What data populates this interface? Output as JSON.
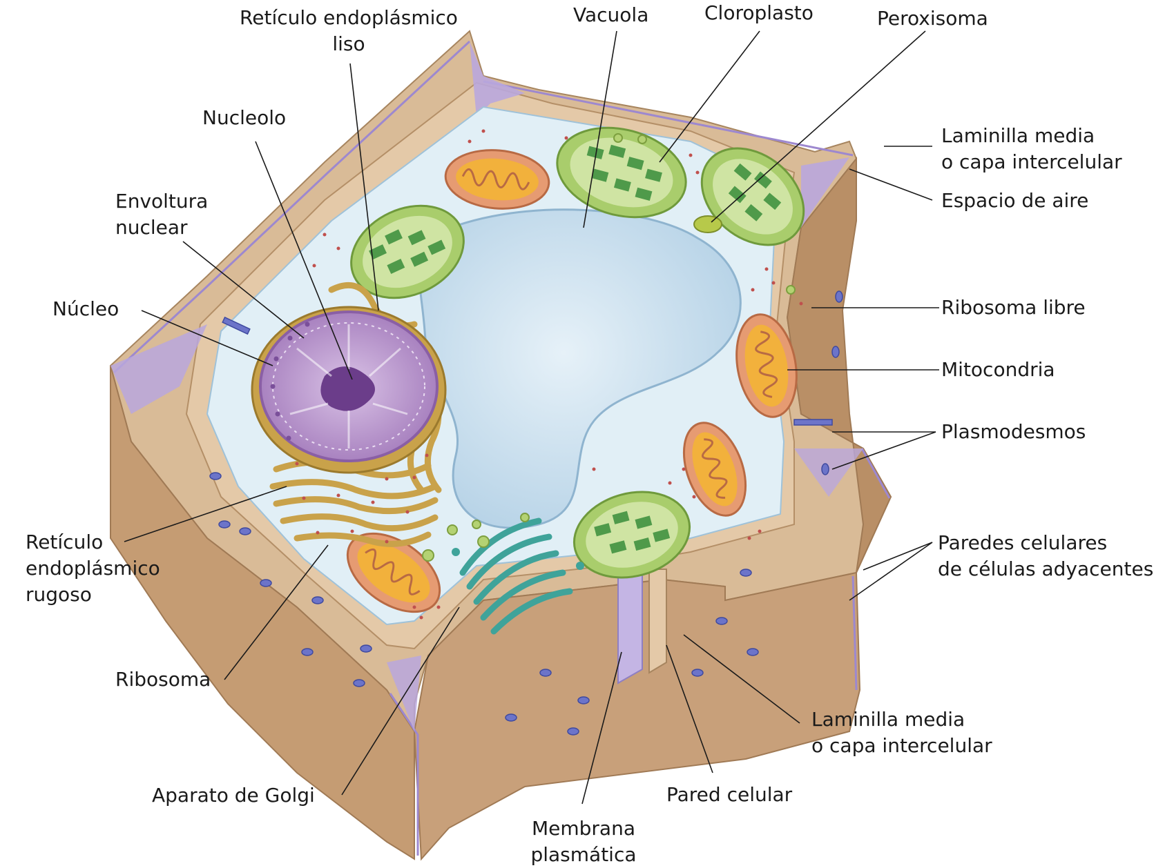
{
  "labels": {
    "reticulo_liso": [
      "Retículo endoplásmico",
      "liso"
    ],
    "vacuola": "Vacuola",
    "cloroplasto": "Cloroplasto",
    "peroxisoma": "Peroxisoma",
    "nucleolo": "Nucleolo",
    "envoltura_nuclear": [
      "Envoltura",
      "nuclear"
    ],
    "nucleo": "Núcleo",
    "laminilla_media_top": [
      "Laminilla media",
      "o capa intercelular"
    ],
    "espacio_de_aire": "Espacio de aire",
    "ribosoma_libre": "Ribosoma libre",
    "mitocondria": "Mitocondria",
    "plasmodesmos": "Plasmodesmos",
    "paredes_celulares": [
      "Paredes celulares",
      "de células adyacentes"
    ],
    "reticulo_rugoso": [
      "Retículo",
      "endoplásmico",
      "rugoso"
    ],
    "ribosoma": "Ribosoma",
    "aparato_golgi": "Aparato de Golgi",
    "laminilla_media_bottom": [
      "Laminilla media",
      "o capa intercelular"
    ],
    "pared_celular": "Pared celular",
    "membrana_plasmatica": [
      "Membrana",
      "plasmática"
    ]
  },
  "colors": {
    "wall": "#d8b894",
    "wall_dark": "#b9946c",
    "middle_lamella": "#b9a8dc",
    "cytoplasm": "#dfeef6",
    "vacuole": "#c9dfee",
    "chloroplast": "#a8cc6a",
    "chloroplast_grana": "#4f9a4a",
    "mitochondria_outer": "#e49a70",
    "mitochondria_inner": "#f2b13c",
    "nucleus": "#b58bc9",
    "nucleolus": "#6b3d8a",
    "er": "#c9a24a",
    "golgi": "#3fa39a",
    "ribosome": "#c0504d",
    "plasmodesma": "#6c74c9"
  }
}
